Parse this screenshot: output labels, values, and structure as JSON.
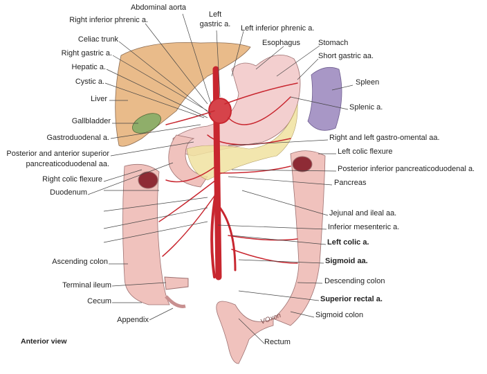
{
  "figure": {
    "view_label": "Anterior view",
    "signature": "VOxon",
    "labels": {
      "abdominal_aorta": "Abdominal aorta",
      "right_inferior_phrenic": "Right inferior phrenic a.",
      "left_gastric_1": "Left",
      "left_gastric_2": "gastric a.",
      "left_inferior_phrenic": "Left inferior phrenic a.",
      "esophagus": "Esophagus",
      "stomach": "Stomach",
      "short_gastric": "Short gastric aa.",
      "spleen": "Spleen",
      "splenic": "Splenic a.",
      "celiac_trunk": "Celiac trunk",
      "right_gastric": "Right gastric a.",
      "hepatic": "Hepatic a.",
      "cystic": "Cystic a.",
      "liver": "Liver",
      "gallbladder": "Gallbladder",
      "gastroduodenal": "Gastroduodenal a.",
      "post_ant_sup_1": "Posterior and anterior superior",
      "post_ant_sup_2": "pancreaticoduodenal aa.",
      "right_colic_flexure": "Right colic flexure",
      "duodenum": "Duodenum",
      "ascending_colon": "Ascending colon",
      "terminal_ileum": "Terminal ileum",
      "cecum": "Cecum",
      "appendix": "Appendix",
      "gastro_omental": "Right and left gastro-omental aa.",
      "left_colic_flexure": "Left colic flexure",
      "post_inf_pancreaticoduodenal": "Posterior inferior pancreaticoduodenal a.",
      "pancreas": "Pancreas",
      "jejunal_ileal": "Jejunal and ileal aa.",
      "inferior_mesenteric": "Inferior mesenteric a.",
      "left_colic": "Left colic a.",
      "sigmoid_aa": "Sigmoid aa.",
      "descending_colon": "Descending colon",
      "superior_rectal": "Superior rectal a.",
      "sigmoid_colon": "Sigmoid colon",
      "rectum": "Rectum"
    },
    "colors": {
      "liver": "#e9bb8a",
      "stomach": "#f3cfcf",
      "spleen": "#a897c6",
      "colon": "#f0c2bd",
      "artery": "#c8262f",
      "pancreas": "#f0e2a0",
      "gallbladder": "#8fae6a"
    }
  }
}
